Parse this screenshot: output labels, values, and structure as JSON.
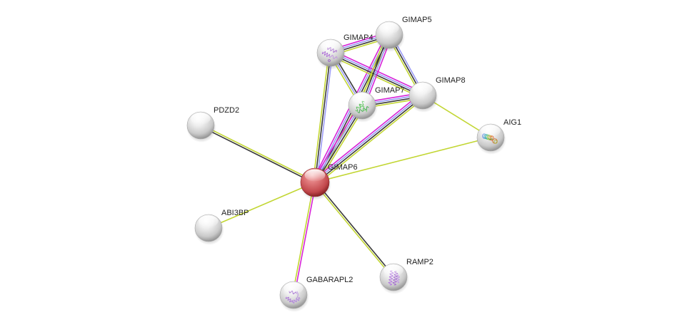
{
  "network": {
    "title": "Protein interaction network for GIMAP6",
    "query_node": "GIMAP6",
    "evidence_colors": {
      "black": "#3a3a3a",
      "yellow_green": "#c2d633",
      "blue": "#9b9bf5",
      "magenta": "#d722d7"
    },
    "nodes": [
      {
        "id": "GIMAP6",
        "label": "GIMAP6",
        "query": true,
        "fill": "#d9555a",
        "structure": "none"
      },
      {
        "id": "GIMAP4",
        "label": "GIMAP4",
        "query": false,
        "fill": "#f2f2f2",
        "structure": "purple-helix"
      },
      {
        "id": "GIMAP5",
        "label": "GIMAP5",
        "query": false,
        "fill": "#f2f2f2",
        "structure": "none"
      },
      {
        "id": "GIMAP7",
        "label": "GIMAP7",
        "query": false,
        "fill": "#f2f2f2",
        "structure": "green-helix"
      },
      {
        "id": "GIMAP8",
        "label": "GIMAP8",
        "query": false,
        "fill": "#f2f2f2",
        "structure": "none"
      },
      {
        "id": "AIG1",
        "label": "AIG1",
        "query": false,
        "fill": "#f2f2f2",
        "structure": "rainbow-coil"
      },
      {
        "id": "PDZD2",
        "label": "PDZD2",
        "query": false,
        "fill": "#f2f2f2",
        "structure": "none"
      },
      {
        "id": "ABI3BP",
        "label": "ABI3BP",
        "query": false,
        "fill": "#f2f2f2",
        "structure": "none"
      },
      {
        "id": "GABARAPL2",
        "label": "GABARAPL2",
        "query": false,
        "fill": "#f2f2f2",
        "structure": "purple-coil"
      },
      {
        "id": "RAMP2",
        "label": "RAMP2",
        "query": false,
        "fill": "#f2f2f2",
        "structure": "purple-helix-bundle"
      }
    ],
    "edges": [
      {
        "source": "GIMAP6",
        "target": "GIMAP4",
        "evidence": [
          "yellow_green",
          "black",
          "blue"
        ]
      },
      {
        "source": "GIMAP6",
        "target": "GIMAP5",
        "evidence": [
          "magenta",
          "blue",
          "black",
          "yellow_green"
        ]
      },
      {
        "source": "GIMAP6",
        "target": "GIMAP7",
        "evidence": [
          "magenta",
          "blue",
          "black",
          "yellow_green"
        ]
      },
      {
        "source": "GIMAP6",
        "target": "GIMAP8",
        "evidence": [
          "magenta",
          "blue",
          "black",
          "yellow_green"
        ]
      },
      {
        "source": "GIMAP6",
        "target": "AIG1",
        "evidence": [
          "yellow_green"
        ]
      },
      {
        "source": "GIMAP6",
        "target": "PDZD2",
        "evidence": [
          "black",
          "yellow_green"
        ]
      },
      {
        "source": "GIMAP6",
        "target": "ABI3BP",
        "evidence": [
          "yellow_green"
        ]
      },
      {
        "source": "GIMAP6",
        "target": "GABARAPL2",
        "evidence": [
          "magenta",
          "yellow_green"
        ]
      },
      {
        "source": "GIMAP6",
        "target": "RAMP2",
        "evidence": [
          "black",
          "yellow_green"
        ]
      },
      {
        "source": "GIMAP4",
        "target": "GIMAP5",
        "evidence": [
          "magenta",
          "blue",
          "black",
          "yellow_green"
        ]
      },
      {
        "source": "GIMAP4",
        "target": "GIMAP7",
        "evidence": [
          "black",
          "blue",
          "yellow_green"
        ]
      },
      {
        "source": "GIMAP4",
        "target": "GIMAP8",
        "evidence": [
          "magenta",
          "blue",
          "black",
          "yellow_green"
        ]
      },
      {
        "source": "GIMAP5",
        "target": "GIMAP7",
        "evidence": [
          "magenta",
          "blue",
          "black",
          "yellow_green"
        ]
      },
      {
        "source": "GIMAP5",
        "target": "GIMAP8",
        "evidence": [
          "blue",
          "black",
          "yellow_green"
        ]
      },
      {
        "source": "GIMAP7",
        "target": "GIMAP8",
        "evidence": [
          "magenta",
          "blue",
          "black",
          "yellow_green"
        ]
      },
      {
        "source": "GIMAP8",
        "target": "AIG1",
        "evidence": [
          "yellow_green"
        ]
      }
    ]
  }
}
